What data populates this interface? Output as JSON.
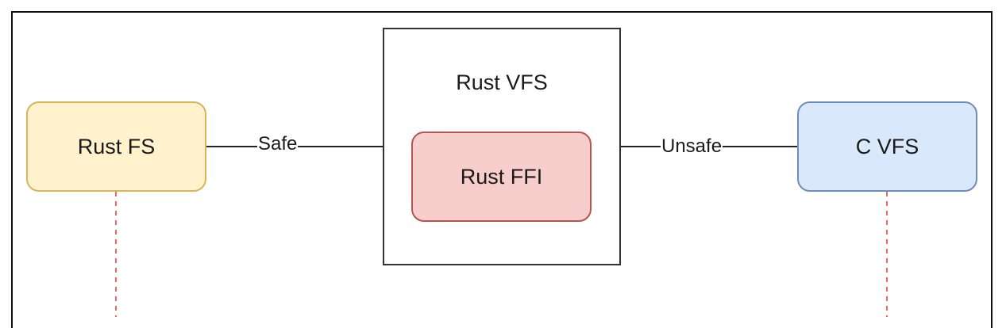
{
  "nodes": {
    "rust_fs": "Rust FS",
    "rust_vfs": "Rust VFS",
    "rust_ffi": "Rust FFI",
    "c_vfs": "C VFS"
  },
  "edges": {
    "safe": "Safe",
    "unsafe": "Unsafe"
  },
  "colors": {
    "rust_fs_fill": "#fff2cc",
    "rust_fs_border": "#d6b656",
    "rust_ffi_fill": "#f8cecc",
    "rust_ffi_border": "#b85450",
    "c_vfs_fill": "#dae8fc",
    "c_vfs_border": "#6c8ebf",
    "dashed_line": "#ea6b66"
  }
}
